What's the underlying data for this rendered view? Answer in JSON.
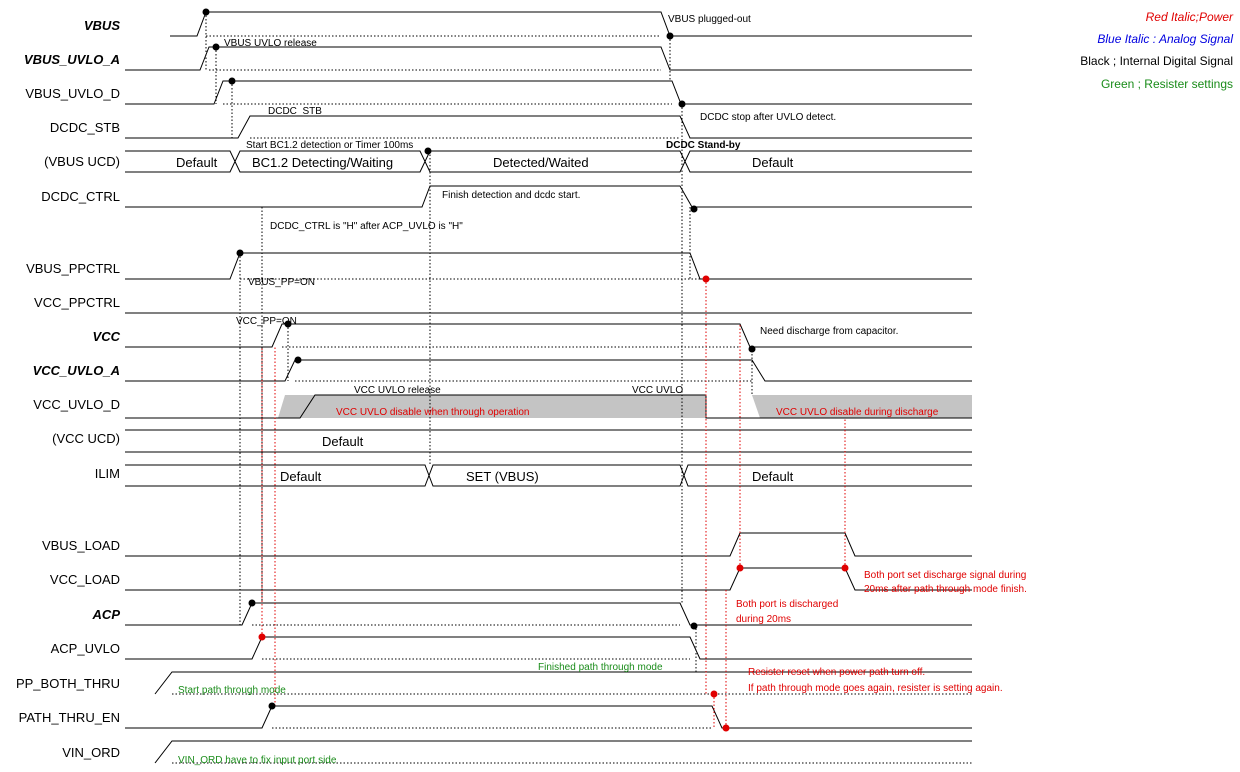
{
  "signals": {
    "vbus": "VBUS",
    "vbus_uvlo_a": "VBUS_UVLO_A",
    "vbus_uvlo_d": "VBUS_UVLO_D",
    "dcdc_stb": "DCDC_STB",
    "vbus_ucd": "(VBUS UCD)",
    "dcdc_ctrl": "DCDC_CTRL",
    "vbus_ppctrl": "VBUS_PPCTRL",
    "vcc_ppctrl": "VCC_PPCTRL",
    "vcc": "VCC",
    "vcc_uvlo_a": "VCC_UVLO_A",
    "vcc_uvlo_d": "VCC_UVLO_D",
    "vcc_ucd": "(VCC UCD)",
    "ilim": "ILIM",
    "vbus_load": "VBUS_LOAD",
    "vcc_load": "VCC_LOAD",
    "acp": "ACP",
    "acp_uvlo": "ACP_UVLO",
    "pp_both_thru": "PP_BOTH_THRU",
    "path_thru_en": "PATH_THRU_EN",
    "vin_ord": "VIN_ORD"
  },
  "legend": {
    "power": "Red Italic;Power",
    "analog": "Blue Italic : Analog Signal",
    "digital": "Black ; Internal Digital Signal",
    "register": "Green ; Resister settings"
  },
  "colors": {
    "power": "#e00000",
    "analog": "#0000e0",
    "digital": "#000000",
    "register": "#1a8c1a"
  },
  "bus": {
    "vbus_ucd_default1": "Default",
    "vbus_ucd_detecting": "BC1.2 Detecting/Waiting",
    "vbus_ucd_detected": "Detected/Waited",
    "vbus_ucd_default2": "Default",
    "vcc_ucd_default": "Default",
    "ilim_default1": "Default",
    "ilim_set": "SET (VBUS)",
    "ilim_default2": "Default"
  },
  "notes": {
    "vbus_plugged_out": "VBUS plugged-out",
    "vbus_uvlo_release": "VBUS UVLO release",
    "dcdc_stb": "DCDC_STB",
    "dcdc_stop": "DCDC stop after UVLO detect.",
    "start_bc12": "Start BC1.2 detection or Timer 100ms",
    "dcdc_standby": "DCDC Stand-by",
    "finish_detection": "Finish detection and dcdc start.",
    "dcdc_ctrl_h": "DCDC_CTRL is \"H\" after ACP_UVLO is \"H\"",
    "vbus_pp_on": "VBUS_PP=ON",
    "vcc_pp_on": "VCC_PP=ON",
    "need_discharge": "Need discharge from capacitor.",
    "vcc_uvlo_release": "VCC UVLO release",
    "vcc_uvlo": "VCC UVLO",
    "vcc_uvlo_disable_through": "VCC UVLO disable when through operation",
    "vcc_uvlo_disable_discharge": "VCC UVLO disable during discharge",
    "both_port_set_1": "Both port set discharge signal during",
    "both_port_set_2": "20ms after path through mode finish.",
    "both_port_discharged_1": "Both port is discharged",
    "both_port_discharged_2": "during  20ms",
    "finished_path_through": "Finished path through mode",
    "resister_reset_1": "Resister reset when power path turn off.",
    "resister_reset_2": "If path through mode goes again, resister is setting again.",
    "start_path_through": "Start path through mode",
    "vin_ord_fix": "VIN_ORD have to fix input port side"
  }
}
